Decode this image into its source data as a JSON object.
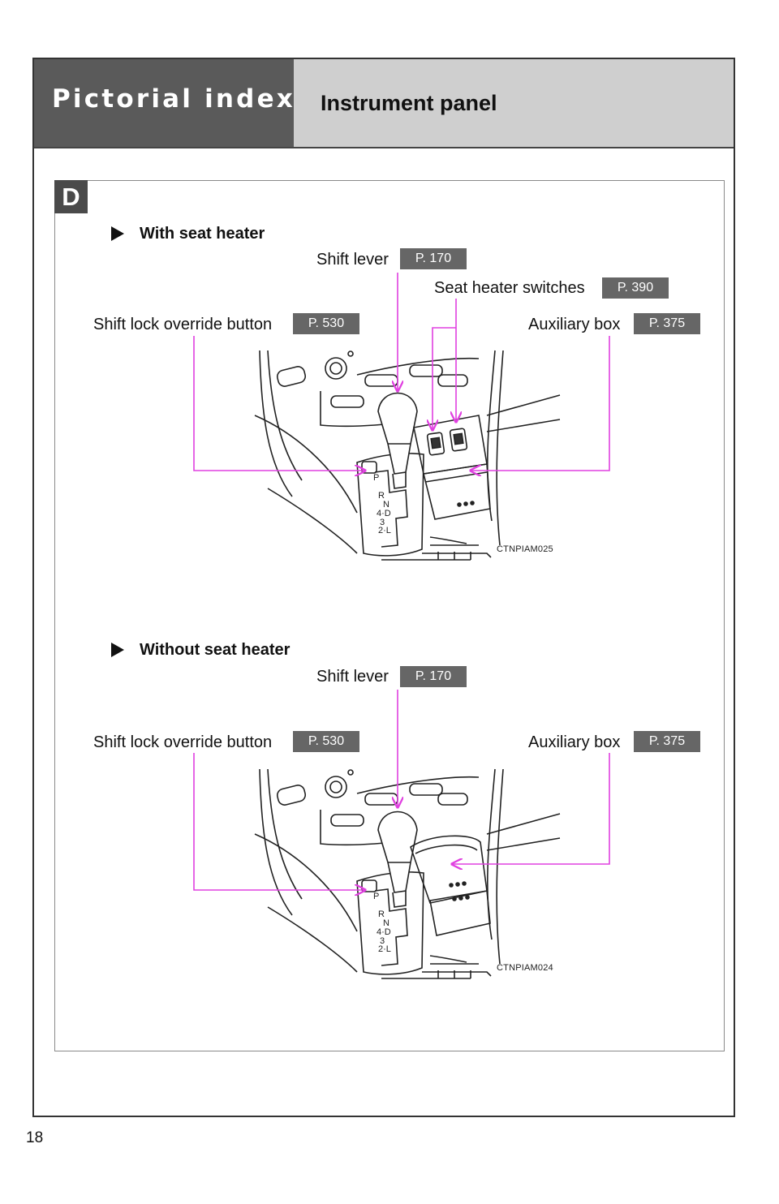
{
  "header": {
    "section": "Pictorial index",
    "title": "Instrument panel"
  },
  "figure_badge": "D",
  "panels": [
    {
      "heading": "With seat heater",
      "image_code": "CTNPIAM025",
      "callouts": {
        "shift_lever": {
          "label": "Shift lever",
          "page": "P. 170"
        },
        "seat_heater_switches": {
          "label": "Seat heater switches",
          "page": "P. 390"
        },
        "shift_lock_override": {
          "label": "Shift lock override button",
          "page": "P. 530"
        },
        "auxiliary_box": {
          "label": "Auxiliary box",
          "page": "P. 375"
        }
      }
    },
    {
      "heading": "Without seat heater",
      "image_code": "CTNPIAM024",
      "callouts": {
        "shift_lever": {
          "label": "Shift lever",
          "page": "P. 170"
        },
        "shift_lock_override": {
          "label": "Shift lock override button",
          "page": "P. 530"
        },
        "auxiliary_box": {
          "label": "Auxiliary box",
          "page": "P. 375"
        }
      }
    }
  ],
  "gear_positions": [
    "P",
    "R",
    "N",
    "4·D",
    "3",
    "2·L"
  ],
  "page_number": "18",
  "colors": {
    "header_dark": "#5a5a5a",
    "header_light": "#cfcfcf",
    "leader_line": "#e040e0",
    "page_ref_badge": "#666666"
  }
}
